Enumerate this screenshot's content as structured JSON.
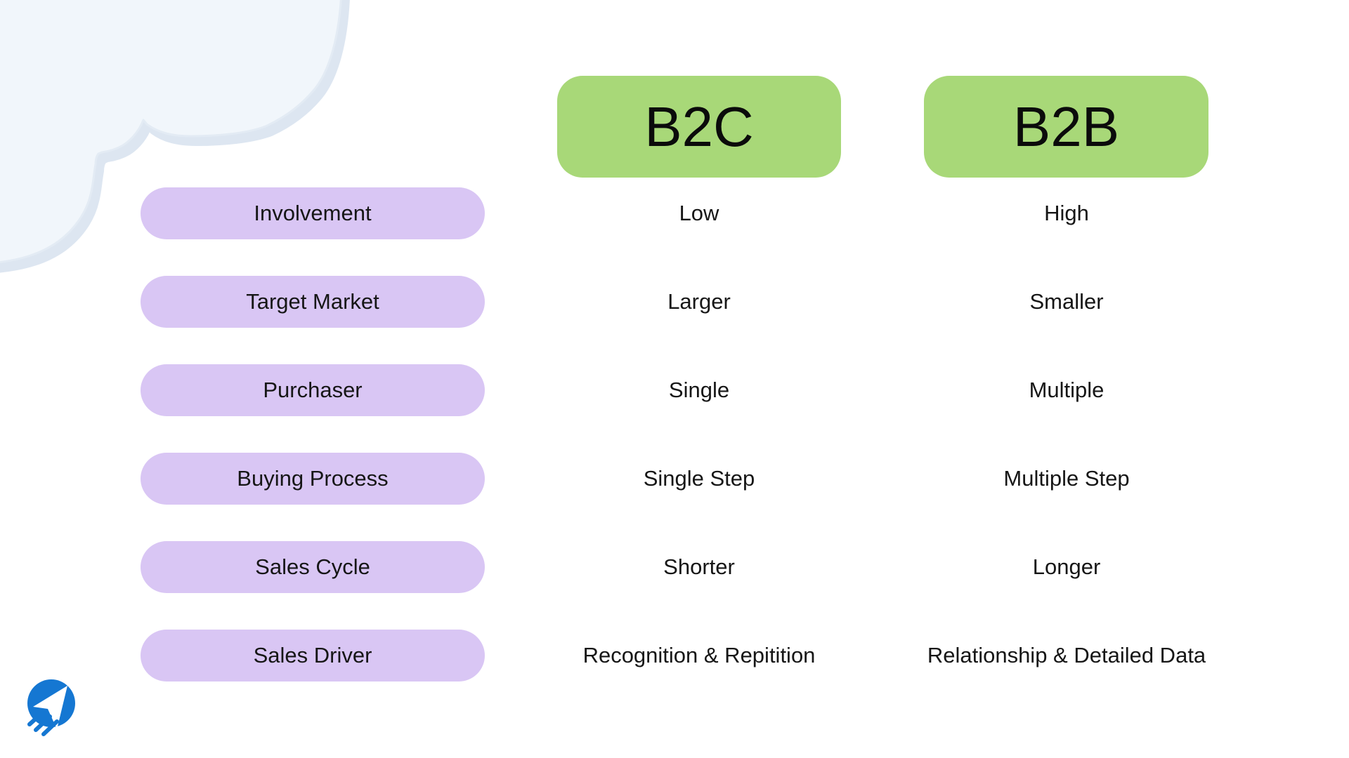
{
  "slide": {
    "background_color": "#ffffff",
    "colors": {
      "header_pill_green": "#a8d878",
      "label_pill_purple": "#d9c6f4",
      "text_dark": "#161616",
      "cloud_fill": "#f1f6fb",
      "cloud_outline": "#dde6f1",
      "logo_blue": "#1577d2"
    },
    "decorations": {
      "top_left": "cloud-shape",
      "bottom_left": "paper-plane-logo"
    }
  },
  "table": {
    "columns": [
      {
        "id": "b2c",
        "label": "B2C"
      },
      {
        "id": "b2b",
        "label": "B2B"
      }
    ],
    "rows": [
      {
        "label": "Involvement",
        "b2c": "Low",
        "b2b": "High"
      },
      {
        "label": "Target Market",
        "b2c": "Larger",
        "b2b": "Smaller"
      },
      {
        "label": "Purchaser",
        "b2c": "Single",
        "b2b": "Multiple"
      },
      {
        "label": "Buying Process",
        "b2c": "Single Step",
        "b2b": "Multiple Step"
      },
      {
        "label": "Sales Cycle",
        "b2c": "Shorter",
        "b2b": "Longer"
      },
      {
        "label": "Sales Driver",
        "b2c": "Recognition & Repitition",
        "b2b": "Relationship & Detailed Data"
      }
    ]
  }
}
